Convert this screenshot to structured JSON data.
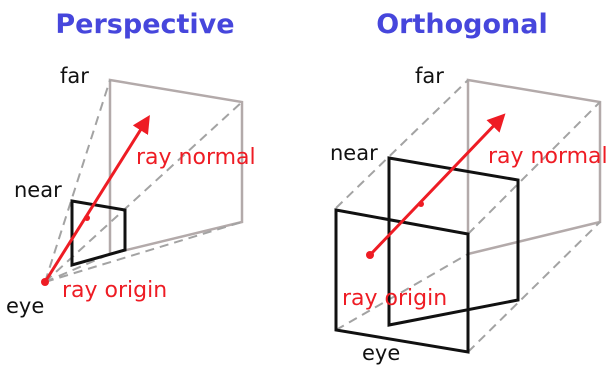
{
  "colors": {
    "title": "#4646dc",
    "ray": "#ee1c24",
    "frame": "#111111",
    "far_frame": "#b3aaaa",
    "dashed": "#a3a3a3",
    "text": "#111111"
  },
  "perspective": {
    "title": "Perspective",
    "far_label": "far",
    "near_label": "near",
    "eye_label": "eye",
    "ray_normal_label": "ray normal",
    "ray_origin_label": "ray origin"
  },
  "orthogonal": {
    "title": "Orthogonal",
    "far_label": "far",
    "near_label": "near",
    "eye_label": "eye",
    "ray_normal_label": "ray normal",
    "ray_origin_label": "ray origin"
  }
}
